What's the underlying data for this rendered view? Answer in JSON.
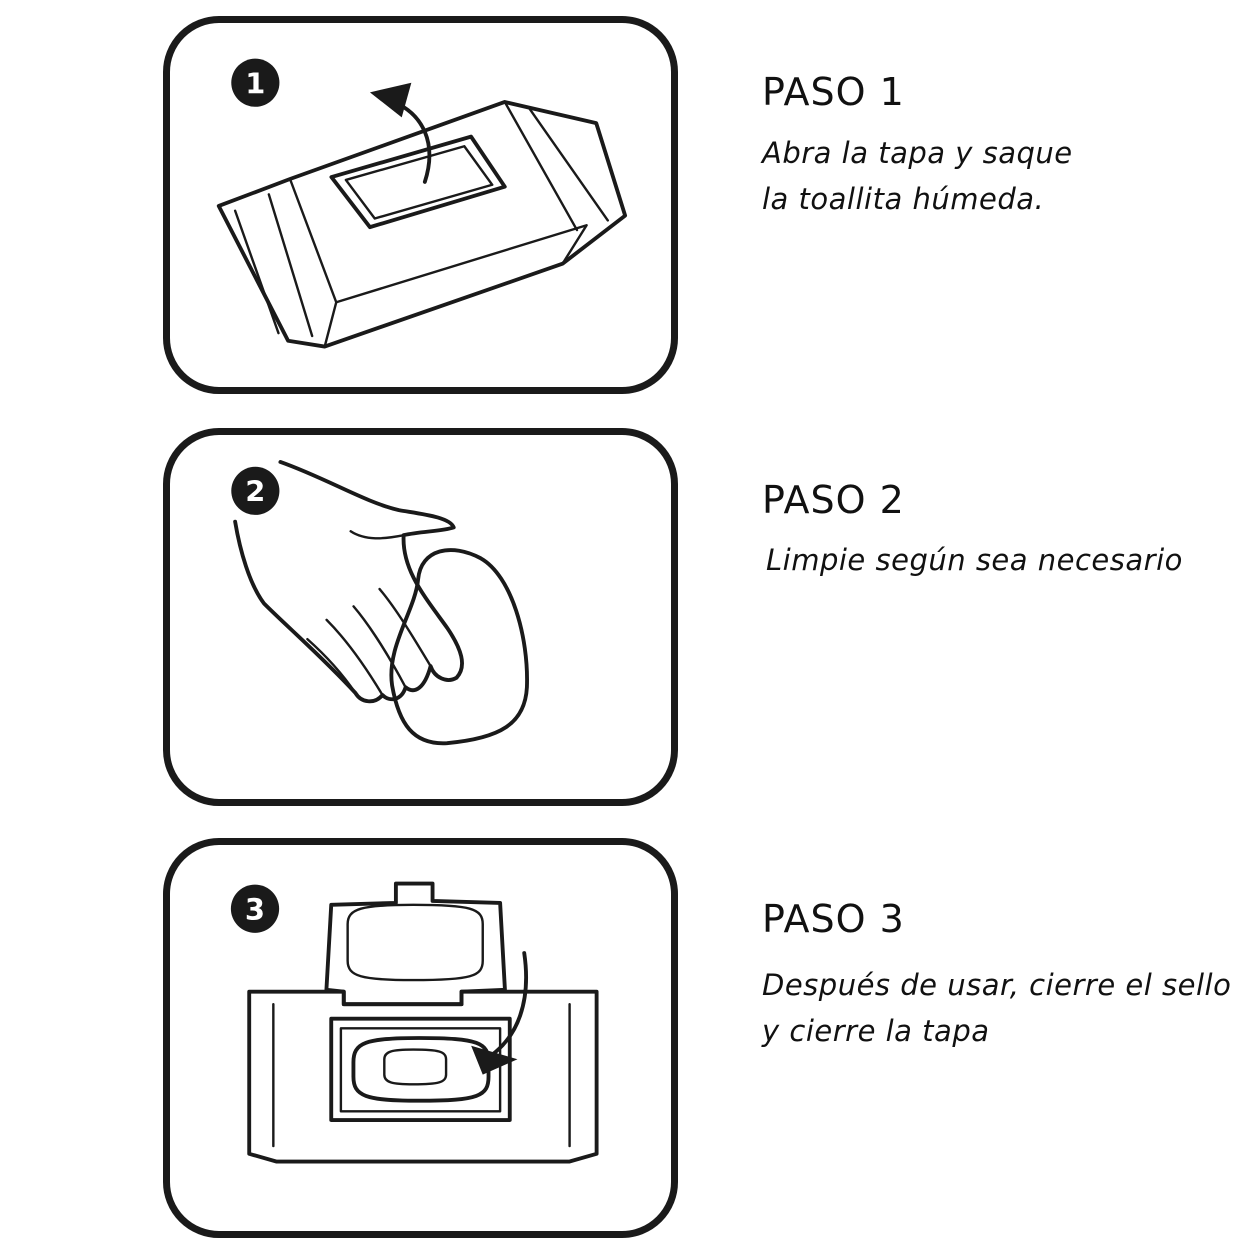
{
  "steps": [
    {
      "number": "1",
      "title": "PASO 1",
      "text_lines": [
        "Abra la tapa y saque",
        "la toallita húmeda."
      ]
    },
    {
      "number": "2",
      "title": "PASO 2",
      "text_lines": [
        "Limpie según sea necesario"
      ]
    },
    {
      "number": "3",
      "title": "PASO 3",
      "text_lines": [
        "Después de usar, cierre el sello",
        "y cierre la tapa"
      ]
    }
  ],
  "colors": {
    "line": "#1a1a1a",
    "background": "#ffffff"
  },
  "icons": [
    "number-badge-icon",
    "wipes-pack-icon",
    "open-arrow-icon",
    "hand-wiping-icon",
    "wipe-sheet-icon",
    "open-lid-pack-icon",
    "close-arrow-icon"
  ]
}
